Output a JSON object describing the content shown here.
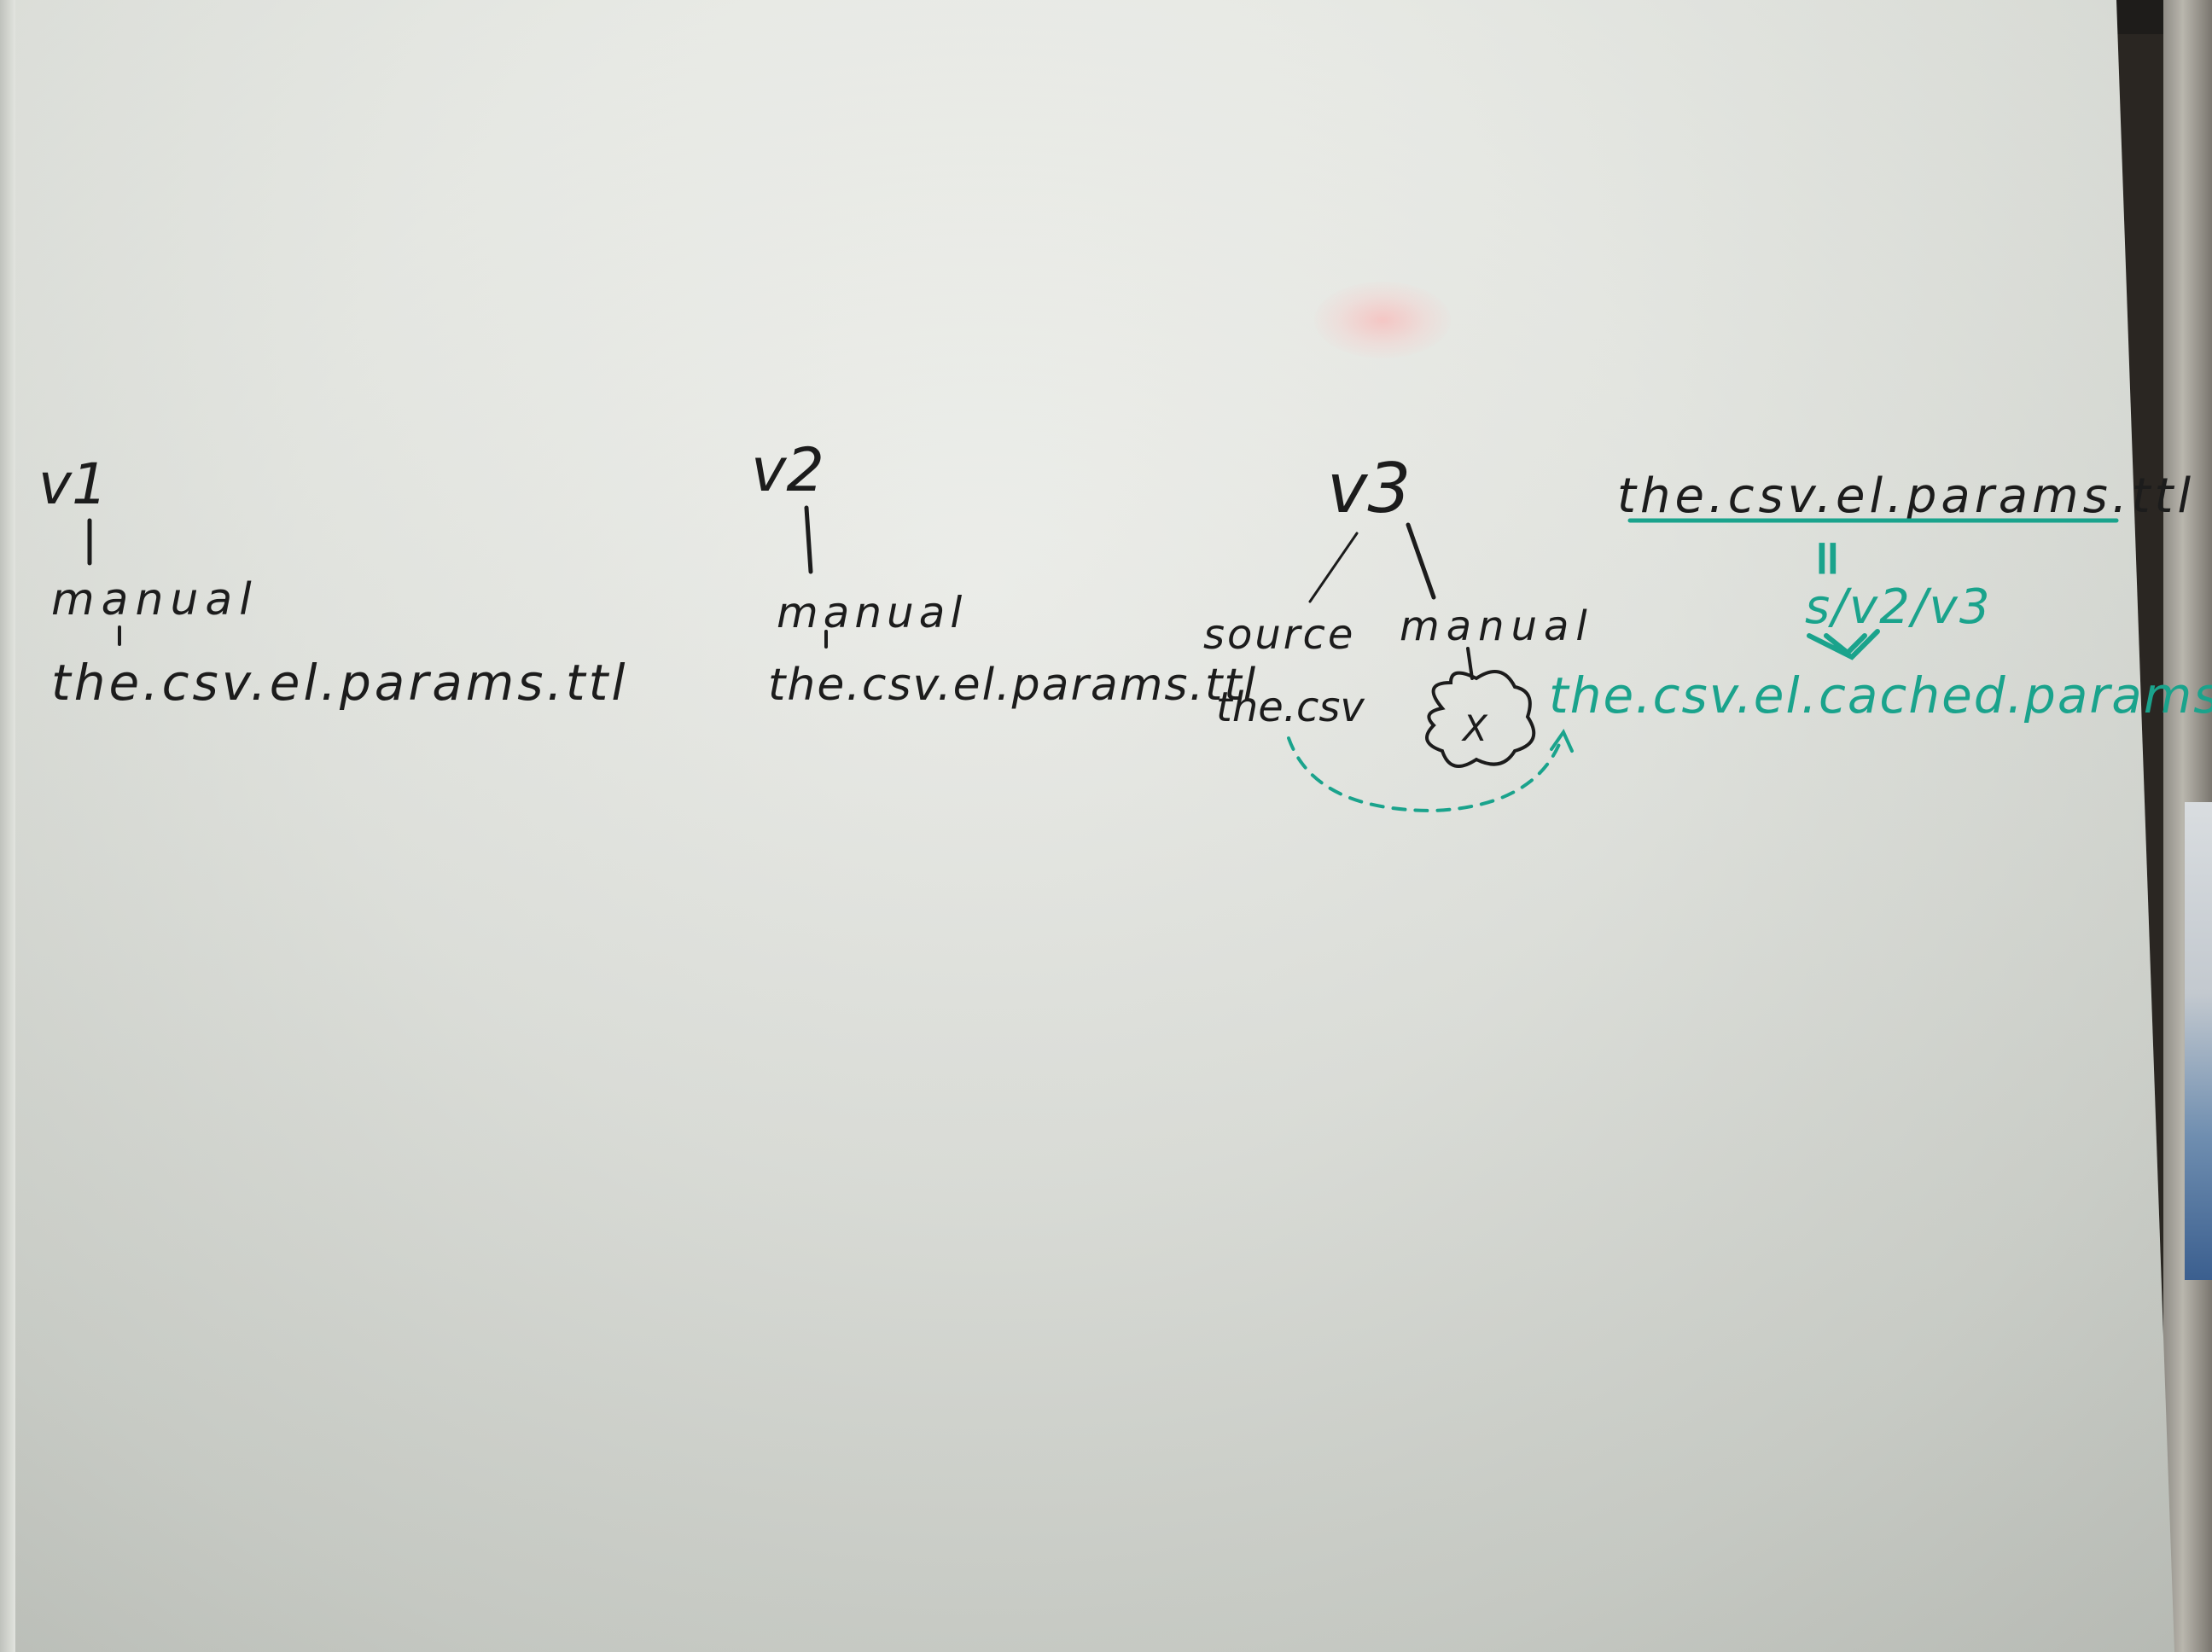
{
  "whiteboard": {
    "v1": {
      "title": "v1",
      "step": "manual",
      "file": "the.csv.el.params.ttl"
    },
    "v2": {
      "title": "v2",
      "step": "manual",
      "file": "the.csv.el.params.ttl"
    },
    "v3": {
      "title": "v3",
      "branch_left": "source",
      "branch_right": "manual",
      "source_file": "the.csv",
      "cloud_mark": "X"
    },
    "cache": {
      "header": "the.csv.el.params.ttl",
      "equals_sign": "=",
      "versions": "s/v2/v3",
      "output_file": "the.csv.el.cached.params.ttl"
    },
    "colors": {
      "black_marker": "#1c1c1c",
      "green_marker": "#1aa38c",
      "board": "#e6e8e3"
    }
  }
}
